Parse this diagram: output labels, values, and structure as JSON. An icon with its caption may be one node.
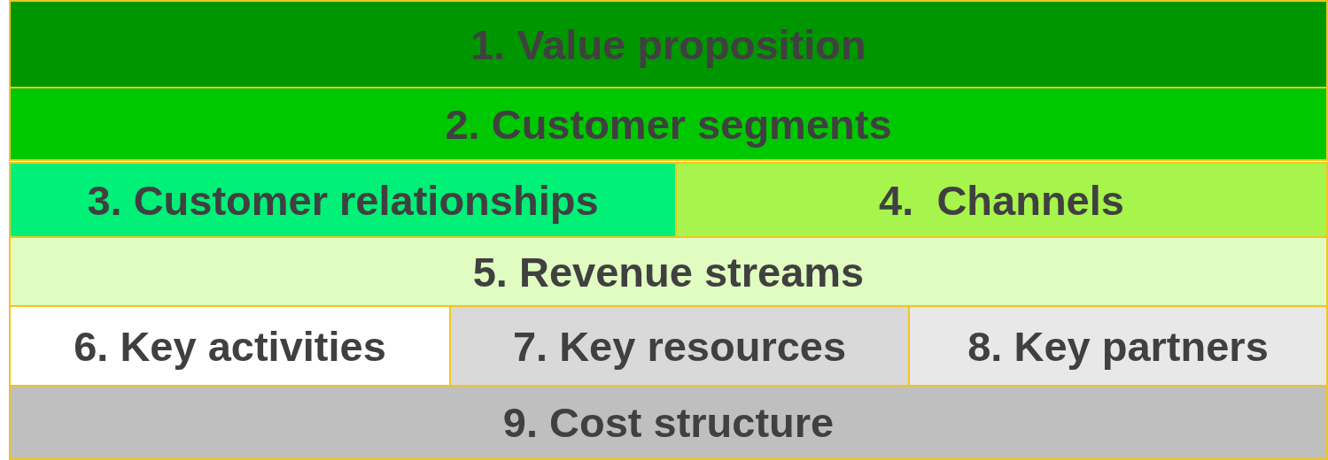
{
  "diagram": {
    "nodes": [
      {
        "text": [
          "1. Value proposition"
        ]
      },
      {
        "text": [
          "2. Customer segments"
        ]
      },
      {
        "text": [
          "3. Customer relationships"
        ]
      },
      {
        "text": [
          "4.  Channels"
        ]
      },
      {
        "text": [
          "5. Revenue streams"
        ]
      },
      {
        "text": [
          "6. Key activities"
        ]
      },
      {
        "text": [
          "7. Key resources"
        ]
      },
      {
        "text": [
          "8. Key partners"
        ]
      },
      {
        "text": [
          "9. Cost structure"
        ]
      }
    ]
  }
}
